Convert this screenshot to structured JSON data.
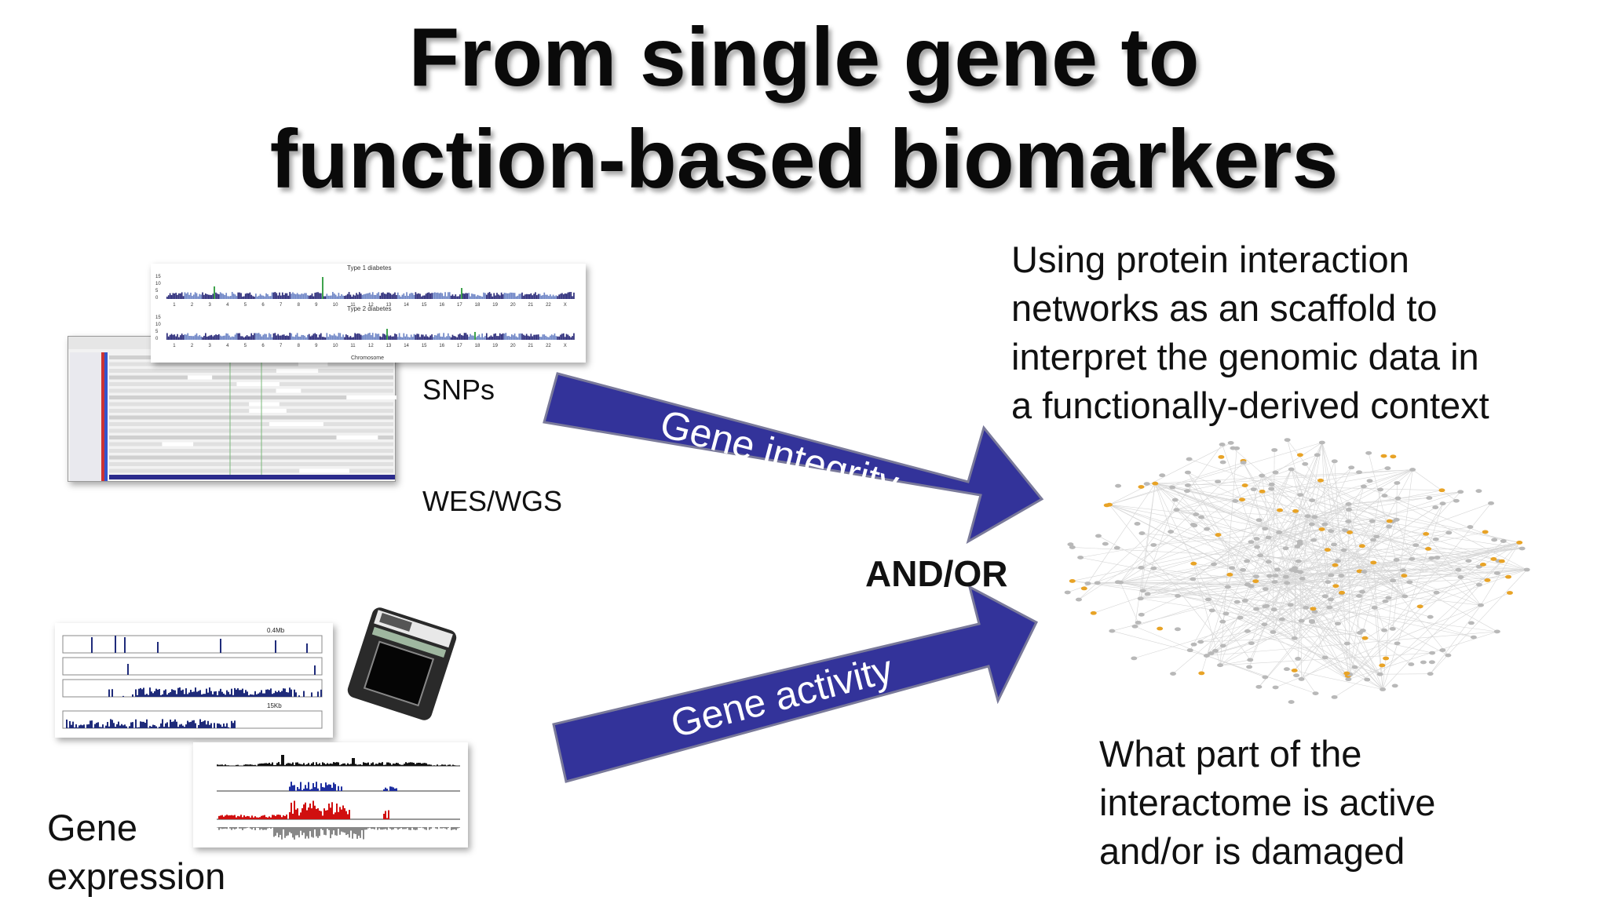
{
  "slide": {
    "title_line1": "From single gene to",
    "title_line2": "function-based biomarkers"
  },
  "labels": {
    "snps": "SNPs",
    "wes_wgs": "WES/WGS",
    "gene_expression_line1": "Gene",
    "gene_expression_line2": "expression",
    "and_or": "AND/OR"
  },
  "arrows": {
    "upper": "Gene integrity",
    "lower": "Gene activity",
    "color": "#33339a"
  },
  "manhattan_plot": {
    "panel1_title": "Type 1 diabetes",
    "panel2_title": "Type 2 diabetes",
    "x_axis_label": "Chromosome",
    "y_ticks": [
      "15",
      "10",
      "5",
      "0"
    ],
    "chromosomes": [
      "1",
      "2",
      "3",
      "4",
      "5",
      "6",
      "7",
      "8",
      "9",
      "10",
      "11",
      "12",
      "13",
      "14",
      "15",
      "16",
      "17",
      "18",
      "19",
      "20",
      "21",
      "22",
      "X"
    ]
  },
  "expression_plot": {
    "scale_label_1": "0.4Mb",
    "scale_label_2": "15Kb"
  },
  "text_blocks": {
    "scaffold_line1": "Using protein interaction",
    "scaffold_line2": "networks as an scaffold to",
    "scaffold_line3": "interpret the genomic data in",
    "scaffold_line4": "a functionally-derived context",
    "interactome_line1": "What part of the",
    "interactome_line2": "interactome is active",
    "interactome_line3": "and/or is damaged"
  },
  "network": {
    "node_color_default": "#b8b8b8",
    "node_color_highlight": "#e8a326",
    "edge_color": "#d6d6d6"
  }
}
